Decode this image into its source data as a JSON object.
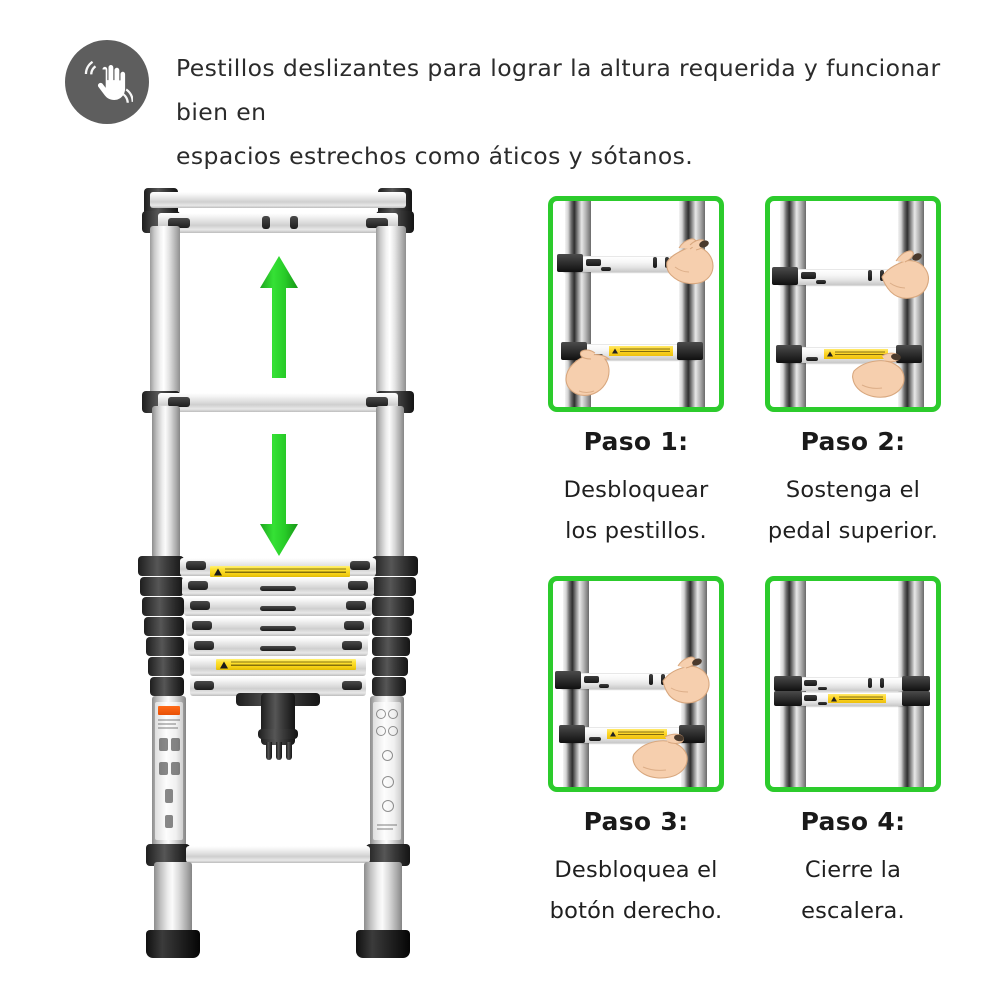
{
  "page": {
    "background": "#ffffff",
    "accent_green": "#2ccb2c",
    "badge_gray": "#5e5e5e",
    "warning_yellow": "#ffd829",
    "sticker_orange": "#ff6a18"
  },
  "header": {
    "icon": "hand-swipe-icon",
    "text": "Pestillos deslizantes para lograr la altura requerida y funcionar bien en espacios estrechos como áticos y sótanos.",
    "line1": "Pestillos deslizantes para lograr la altura requerida y funcionar bien en",
    "line2": "espacios estrechos como áticos y sótanos."
  },
  "product_image": {
    "name": "telescopic-ladder-photo",
    "alt": "Escalera telescópica de aluminio parcialmente extendida",
    "arrows": [
      {
        "name": "up-arrow",
        "direction": "up",
        "color": "#22c522"
      },
      {
        "name": "down-arrow",
        "direction": "down",
        "color": "#22c522"
      }
    ],
    "warning_label_count": 2,
    "rail_sticker_left": "instruction-sticker-left",
    "rail_sticker_right": "instruction-sticker-right",
    "lock_mechanism": "center-locking-latch"
  },
  "steps": [
    {
      "id": "step-1",
      "title": "Paso 1:",
      "desc_line1": "Desbloquear",
      "desc_line2": "los pestillos.",
      "image_alt": "Dos manos desbloqueando los pestillos de dos peldaños separados",
      "hands": 2,
      "rung_gap": "wide"
    },
    {
      "id": "step-2",
      "title": "Paso 2:",
      "desc_line1": "Sostenga el",
      "desc_line2": "pedal superior.",
      "image_alt": "Una mano sostiene el peldaño superior mientras la otra empuja el inferior",
      "hands": 2,
      "rung_gap": "wide"
    },
    {
      "id": "step-3",
      "title": "Paso 3:",
      "desc_line1": "Desbloquea el",
      "desc_line2": "botón derecho.",
      "image_alt": "Manos presionando el botón derecho con los peldaños más juntos",
      "hands": 2,
      "rung_gap": "narrow"
    },
    {
      "id": "step-4",
      "title": "Paso 4:",
      "desc_line1": "Cierre la",
      "desc_line2": "escalera.",
      "image_alt": "Los dos peldaños completamente cerrados, sin manos",
      "hands": 0,
      "rung_gap": "closed"
    }
  ]
}
